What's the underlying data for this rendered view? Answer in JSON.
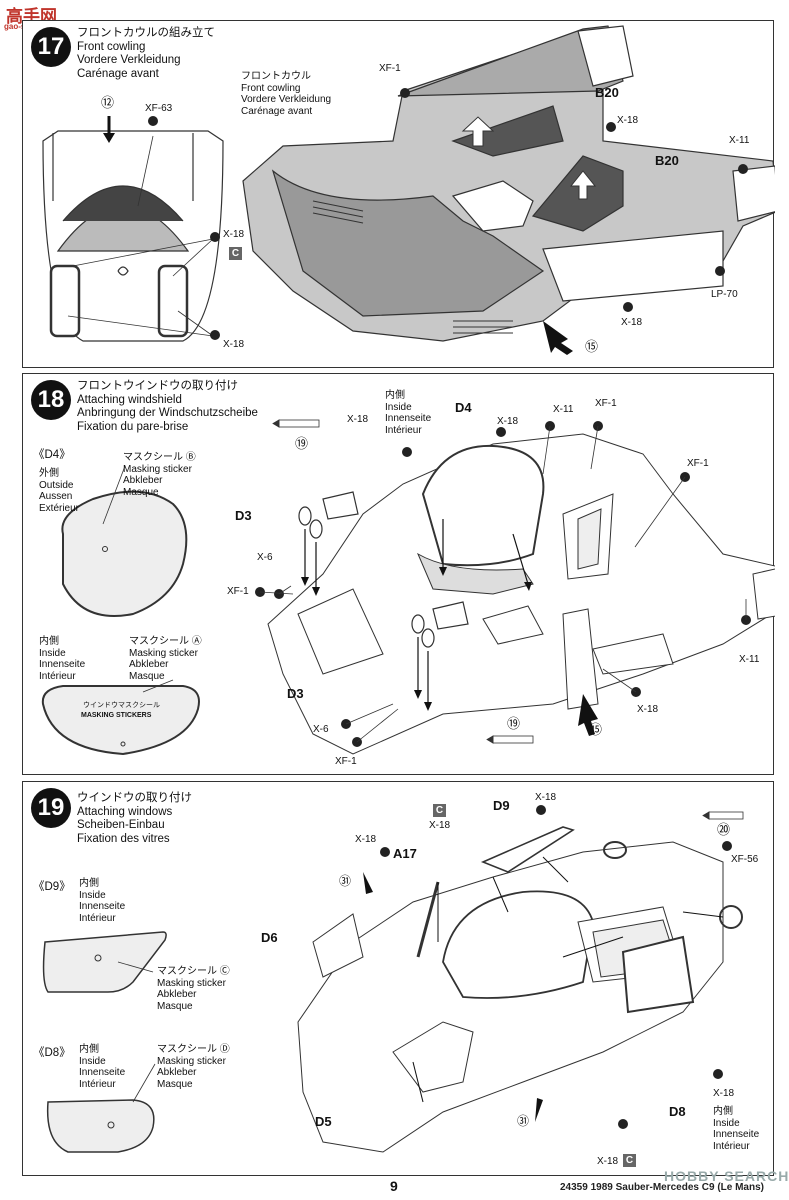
{
  "watermark_logo": "高手网",
  "watermark_site": "gao-shou.com",
  "step17": {
    "number": "17",
    "title_ja": "フロントカウルの組み立て",
    "title_en": "Front cowling",
    "title_de": "Vordere Verkleidung",
    "title_fr": "Carénage avant",
    "cowl_label_ja": "フロントカウル",
    "cowl_label_en": "Front cowling",
    "cowl_label_de": "Vordere Verkleidung",
    "cowl_label_fr": "Carénage avant",
    "circle12": "⑫",
    "xf63": "XF-63",
    "x18_a": "X-18",
    "c_box": "C",
    "x18_b": "X-18",
    "xf1": "XF-1",
    "b20_a": "B20",
    "x18_c": "X-18",
    "b20_b": "B20",
    "x11": "X-11",
    "lp70": "LP-70",
    "x18_d": "X-18",
    "circle15": "⑮"
  },
  "step18": {
    "number": "18",
    "title_ja": "フロントウインドウの取り付け",
    "title_en": "Attaching windshield",
    "title_de": "Anbringung der Windschutzscheibe",
    "title_fr": "Fixation du pare-brise",
    "d4_title": "《D4》",
    "outside_ja": "外側",
    "outside_en": "Outside",
    "outside_de": "Aussen",
    "outside_fr": "Extérieur",
    "maskB_ja": "マスクシール Ⓑ",
    "maskB_en": "Masking sticker",
    "maskB_de": "Abkleber",
    "maskB_fr": "Masque",
    "inside_ja": "内側",
    "inside_en": "Inside",
    "inside_de": "Innenseite",
    "inside_fr": "Intérieur",
    "maskA_ja": "マスクシール Ⓐ",
    "maskA_en": "Masking sticker",
    "maskA_de": "Abkleber",
    "maskA_fr": "Masque",
    "sticker_ja": "ウインドウマスクシール",
    "sticker_en": "MASKING STICKERS",
    "x18_label": "X-18",
    "inside2_ja": "内側",
    "inside2_en": "Inside",
    "inside2_de": "Innenseite",
    "inside2_fr": "Intérieur",
    "d4": "D4",
    "x18_b": "X-18",
    "x11_a": "X-11",
    "xf1_a": "XF-1",
    "xf1_b": "XF-1",
    "d3_a": "D3",
    "x6_a": "X-6",
    "xf1_c": "XF-1",
    "d3_b": "D3",
    "x6_b": "X-6",
    "xf1_d": "XF-1",
    "circle19_a": "⑲",
    "circle19_b": "⑲",
    "circle15": "⑮",
    "x18_c": "X-18",
    "x11_b": "X-11"
  },
  "step19": {
    "number": "19",
    "title_ja": "ウインドウの取り付け",
    "title_en": "Attaching windows",
    "title_de": "Scheiben-Einbau",
    "title_fr": "Fixation des vitres",
    "d9_title": "《D9》",
    "d9_inside_ja": "内側",
    "d9_inside_en": "Inside",
    "d9_inside_de": "Innenseite",
    "d9_inside_fr": "Intérieur",
    "maskC_ja": "マスクシール Ⓒ",
    "maskC_en": "Masking sticker",
    "maskC_de": "Abkleber",
    "maskC_fr": "Masque",
    "d8_title": "《D8》",
    "d8_inside_ja": "内側",
    "d8_inside_en": "Inside",
    "d8_inside_de": "Innenseite",
    "d8_inside_fr": "Intérieur",
    "maskD_ja": "マスクシール Ⓓ",
    "maskD_en": "Masking sticker",
    "maskD_de": "Abkleber",
    "maskD_fr": "Masque",
    "c_box_a": "C",
    "x18_a": "X-18",
    "x18_b": "X-18",
    "x18_c": "X-18",
    "a17": "A17",
    "d9": "D9",
    "circle20": "⑳",
    "xf56": "XF-56",
    "circle31_a": "㉛",
    "d6": "D6",
    "d5": "D5",
    "d8": "D8",
    "circle31_b": "㉛",
    "x18_d": "X-18",
    "c_box_b": "C",
    "x18_e": "X-18",
    "inside_ja": "内側",
    "inside_en": "Inside",
    "inside_de": "Innenseite",
    "inside_fr": "Intérieur"
  },
  "page_number": "9",
  "footer_text": "24359  1989 Sauber-Mercedes C9 (Le Mans)",
  "footer_wm": "HOBBY SEARCH"
}
